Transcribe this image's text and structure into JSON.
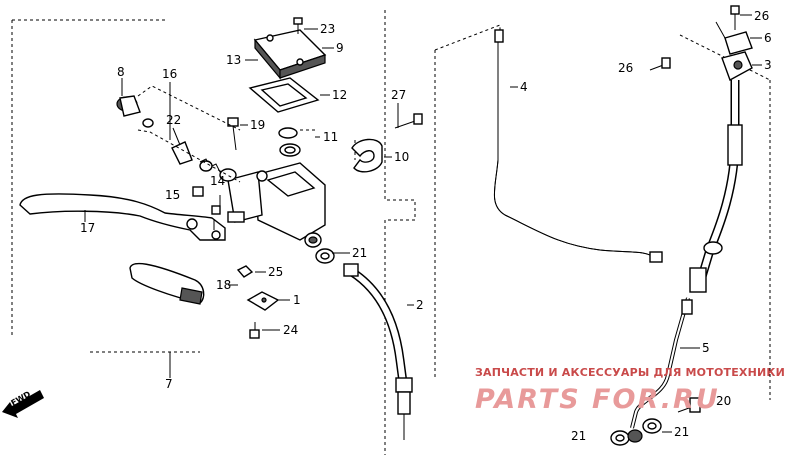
{
  "labels": {
    "n1": "1",
    "n2": "2",
    "n3": "3",
    "n4": "4",
    "n5": "5",
    "n6": "6",
    "n7": "7",
    "n8": "8",
    "n9": "9",
    "n10": "10",
    "n11": "11",
    "n12": "12",
    "n13": "13",
    "n14": "14",
    "n15": "15",
    "n16": "16",
    "n17": "17",
    "n18": "18",
    "n19": "19",
    "n20": "20",
    "n21a": "21",
    "n21b": "21",
    "n21c": "21",
    "n22": "22",
    "n23": "23",
    "n24": "24",
    "n25": "25",
    "n26a": "26",
    "n26b": "26",
    "n27": "27"
  },
  "fwd": "FWD",
  "watermark": {
    "line1": "ЗАПЧАСТИ И АКСЕССУАРЫ ДЛЯ МОТОТЕХНИКИ",
    "line2": "PARTS FOR.RU"
  }
}
